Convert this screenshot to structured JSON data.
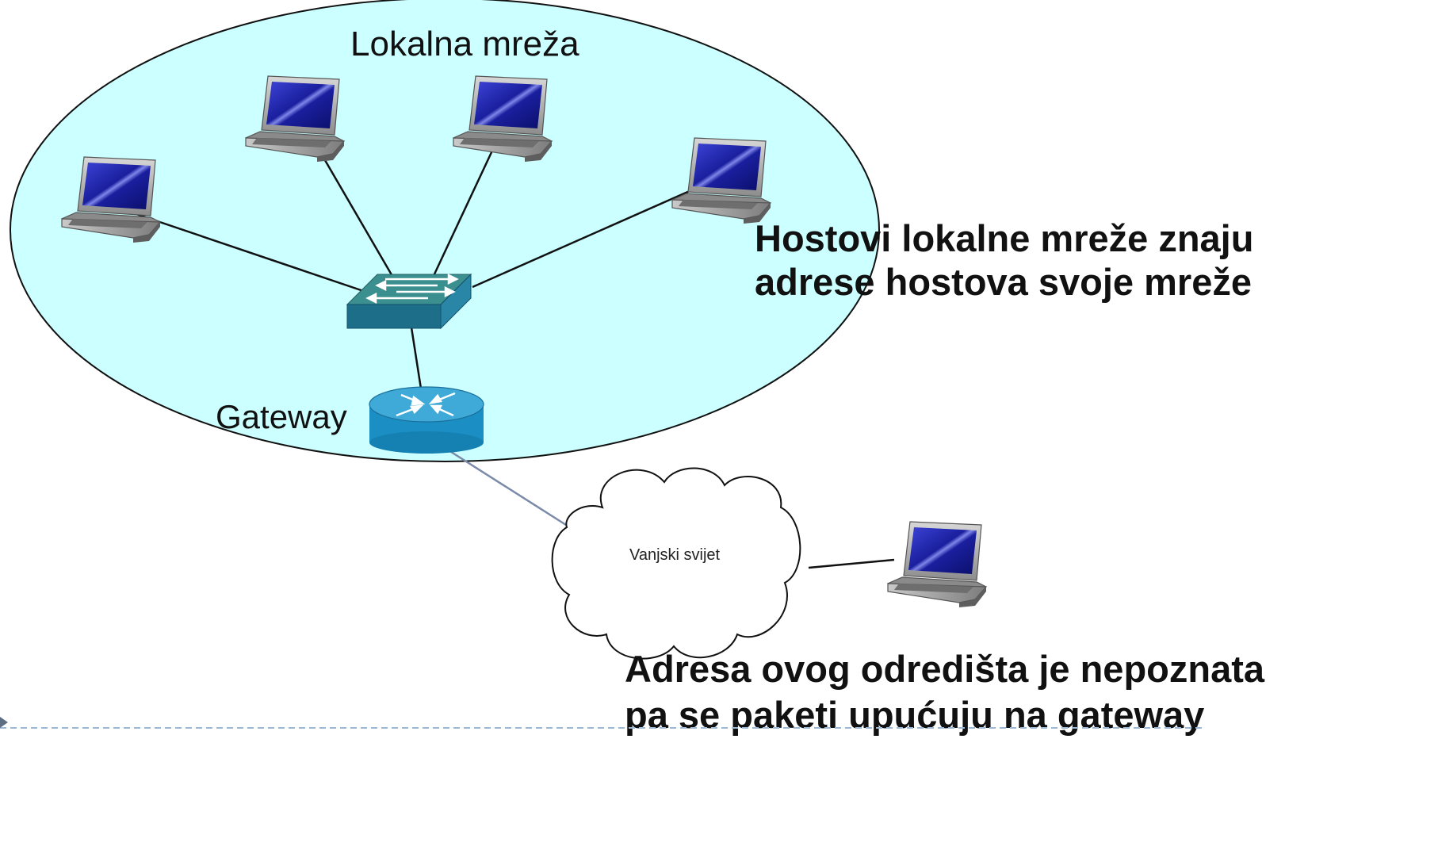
{
  "labels": {
    "local_network": "Lokalna mreža",
    "gateway": "Gateway",
    "outside_world": "Vanjski svijet"
  },
  "notes": {
    "local_hosts_line1": "Hostovi lokalne mreže znaju",
    "local_hosts_line2": "adrese hostova svoje mreže",
    "unknown_dest_line1": "Adresa ovog odredišta je nepoznata",
    "unknown_dest_line2": "pa se paketi upućuju na gateway"
  },
  "colors": {
    "lan_fill": "#ccffff",
    "switch_top": "#3b8f8f",
    "switch_front": "#1d6e88",
    "router_top": "#3fa9d8",
    "router_side": "#1b8fc4",
    "laptop_screen": "#1a1f9e",
    "laptop_body": "#9a9a9a",
    "wan_link": "#7a8aa8",
    "footer_dash": "#9bb7d4"
  },
  "icons": {
    "laptop": "laptop-icon",
    "switch": "switch-icon",
    "router": "router-icon",
    "cloud": "cloud-icon"
  }
}
